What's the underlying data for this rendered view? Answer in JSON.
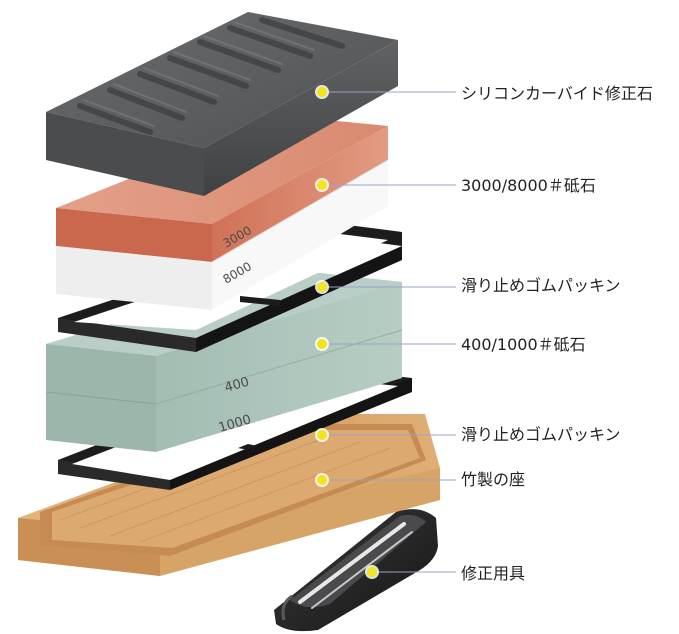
{
  "parts": [
    {
      "label": "シリコンカーバイド修正石"
    },
    {
      "label": "3000/8000＃砥石"
    },
    {
      "label": "滑り止めゴムパッキン"
    },
    {
      "label": "400/1000＃砥石"
    },
    {
      "label": "滑り止めゴムパッキン"
    },
    {
      "label": "竹製の座"
    },
    {
      "label": "修正用具"
    }
  ],
  "stone_marks": {
    "fine_top": "3000",
    "fine_bottom": "8000",
    "coarse_top": "400",
    "coarse_bottom": "1000"
  },
  "colors": {
    "marker": "#f2e41d",
    "leader": "#9aa3c4",
    "silicon_stone": "#5f6163",
    "fine_stone_orange": "#d9826a",
    "fine_stone_white": "#f4f4f4",
    "coarse_stone": "#a8c2b8",
    "rubber_frame": "#1c1c1c",
    "bamboo": "#d9a56b"
  }
}
